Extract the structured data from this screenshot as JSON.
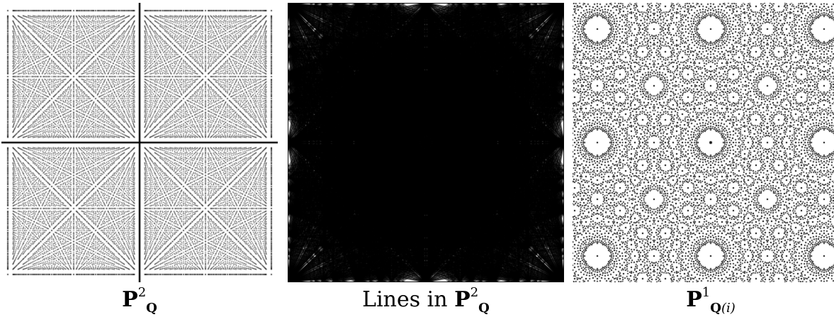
{
  "figures": [
    {
      "id": "left",
      "caption": {
        "symbol": "P",
        "superscript": "2",
        "subscript": "Q",
        "subscript_extra": ""
      }
    },
    {
      "id": "middle",
      "caption": {
        "prefix": "Lines in ",
        "symbol": "P",
        "superscript": "2",
        "subscript": "Q",
        "subscript_extra": ""
      }
    },
    {
      "id": "right",
      "caption": {
        "symbol": "P",
        "superscript": "1",
        "subscript": "Q",
        "subscript_extra": "(i)"
      }
    }
  ]
}
